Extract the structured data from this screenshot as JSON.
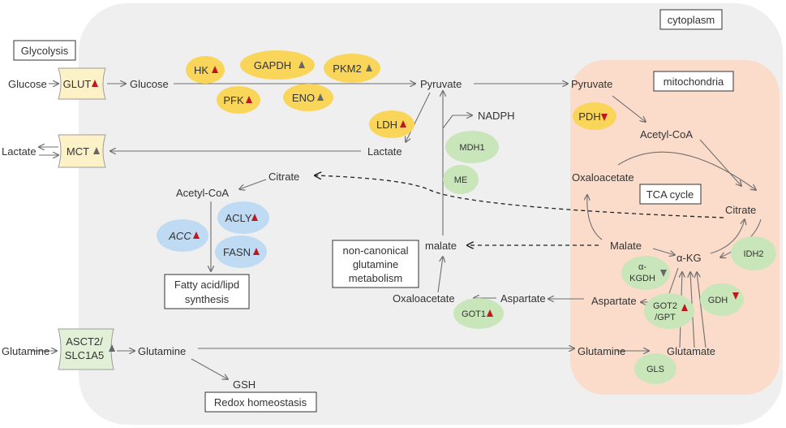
{
  "regions": {
    "cytoplasm": "cytoplasm",
    "mitochondria": "mitochondria",
    "glycolysis": "Glycolysis",
    "tca_cycle": "TCA cycle",
    "fatty_acid": [
      "Fatty acid/lipd",
      "synthesis"
    ],
    "noncanonical": [
      "non-canonical",
      "glutamine",
      "metabolism"
    ],
    "redox": "Redox homeostasis"
  },
  "transporters": {
    "glut": "GLUT",
    "mct": "MCT",
    "asct2": [
      "ASCT2/",
      "SLC1A5"
    ]
  },
  "metabolites": {
    "glucose_out": "Glucose",
    "glucose_in": "Glucose",
    "pyruvate_cyto": "Pyruvate",
    "pyruvate_mito": "Pyruvate",
    "lactate_out": "Lactate",
    "lactate_in": "Lactate",
    "nadph": "NADPH",
    "citrate_cyto": "Citrate",
    "acetyl_coa_cyto": "Acetyl-CoA",
    "acetyl_coa_mito": "Acetyl-CoA",
    "oxaloacetate_mito": "Oxaloacetate",
    "citrate_mito": "Citrate",
    "malate_mito": "Malate",
    "malate_cyto": "malate",
    "akg": "α-KG",
    "aspartate_mito": "Aspartate",
    "aspartate_cyto": "Aspartate",
    "oxaloacetate_cyto": "Oxaloacetate",
    "glutamine_out": "Glutamine",
    "glutamine_in": "Glutamine",
    "glutamine_mito": "Glutamine",
    "glutamate": "Glutamate",
    "gsh": "GSH"
  },
  "enzymes": {
    "hk": "HK",
    "pfk": "PFK",
    "gapdh": "GAPDH",
    "eno": "ENO",
    "pkm2": "PKM2",
    "ldh": "LDH",
    "pdh": "PDH",
    "acly": "ACLY",
    "acc": "ACC",
    "fasn": "FASN",
    "mdh1": "MDH1",
    "me": "ME",
    "got1": "GOT1",
    "idh2": "IDH2",
    "akgdh": [
      "α-",
      "KGDH"
    ],
    "got2": [
      "GOT2",
      "/GPT"
    ],
    "gdh": "GDH",
    "gls": "GLS"
  },
  "colors": {
    "cytoplasm_fill": "#efefef",
    "mito_fill": "#fbdccb",
    "yellow_enzyme": "#f9d55a",
    "blue_enzyme": "#bfdaf3",
    "green_enzyme": "#c8e6b9",
    "up_red": "#c0161d",
    "up_grey": "#666666",
    "transporter_yellow": "#fdf1c7",
    "transporter_green": "#e3f0d8"
  }
}
